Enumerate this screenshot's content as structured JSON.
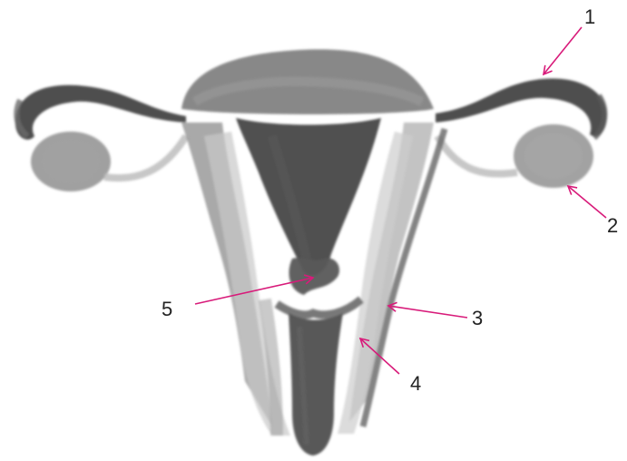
{
  "figure": {
    "labels": [
      {
        "id": "1",
        "text": "1"
      },
      {
        "id": "2",
        "text": "2"
      },
      {
        "id": "3",
        "text": "3"
      },
      {
        "id": "4",
        "text": "4"
      },
      {
        "id": "5",
        "text": "5"
      }
    ]
  },
  "colors": {
    "arrow": "#d81b7a",
    "label": "#222222",
    "tissue_dark": "#4a4a4a",
    "tissue_mid": "#8a8a8a",
    "tissue_light": "#c4c4c4",
    "background": "#ffffff"
  }
}
